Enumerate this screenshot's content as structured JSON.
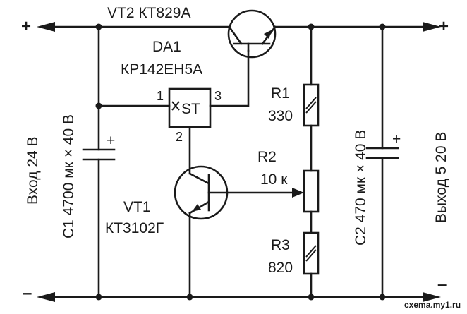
{
  "labels": {
    "vt2": "VT2 КТ829А",
    "da1_ref": "DA1",
    "da1_part": "КР142ЕН5А",
    "da1_core": "ST",
    "pin1": "1",
    "pin2": "2",
    "pin3": "3",
    "vt1_ref": "VT1",
    "vt1_part": "КТ3102Г",
    "r1_ref": "R1",
    "r1_val": "330",
    "r2_ref": "R2",
    "r2_val": "10 к",
    "r3_ref": "R3",
    "r3_val": "820",
    "c1": "С1 4700 мк × 40 В",
    "c2": "С2 470 мк × 40 В",
    "input": "Вход 24 В",
    "output": "Выход 5  20 В",
    "plus_left": "+",
    "plus_right": "+",
    "minus_left": "–",
    "minus_right": "–",
    "cap_plus_c1": "+",
    "cap_plus_c2": "+",
    "watermark": "cxema.my1.ru"
  },
  "colors": {
    "ink": "#1a1a1a",
    "background": "#ffffff"
  }
}
